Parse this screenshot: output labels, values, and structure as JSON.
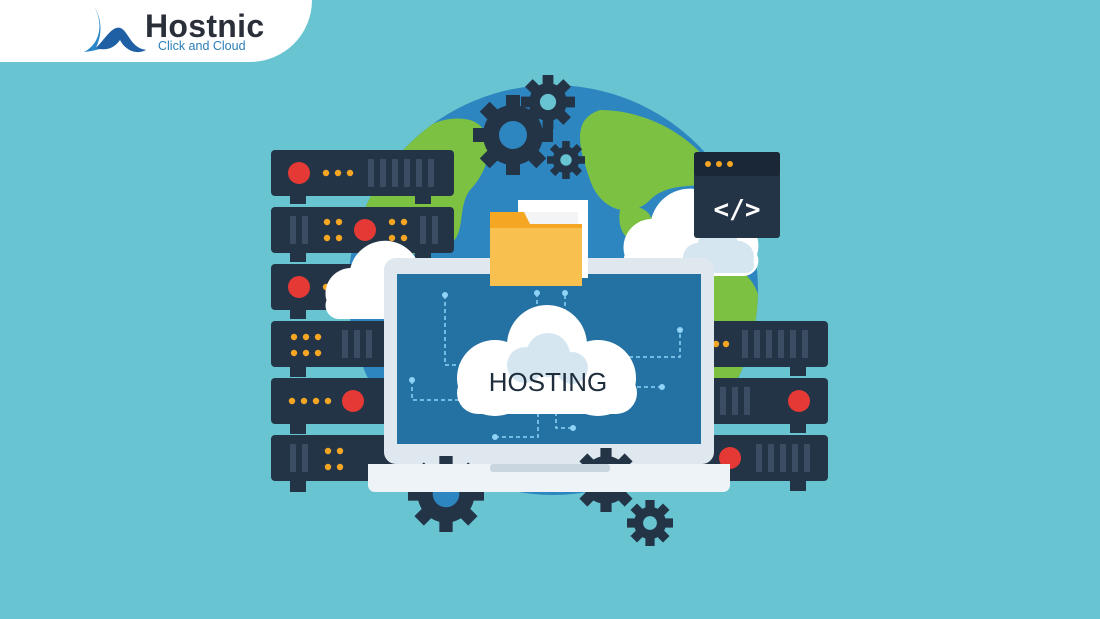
{
  "brand": {
    "name": "Hostnic",
    "tagline": "Click and Cloud"
  },
  "illustration": {
    "cloud_label": "HOSTING",
    "code_symbol": "</>"
  },
  "colors": {
    "background": "#68c4d1",
    "server": "#243447",
    "globe_ocean": "#2e86c1",
    "globe_land": "#7cc142",
    "screen": "#2471a3",
    "folder": "#f5b942",
    "led_red": "#e53935",
    "led_amber": "#f5a623"
  }
}
